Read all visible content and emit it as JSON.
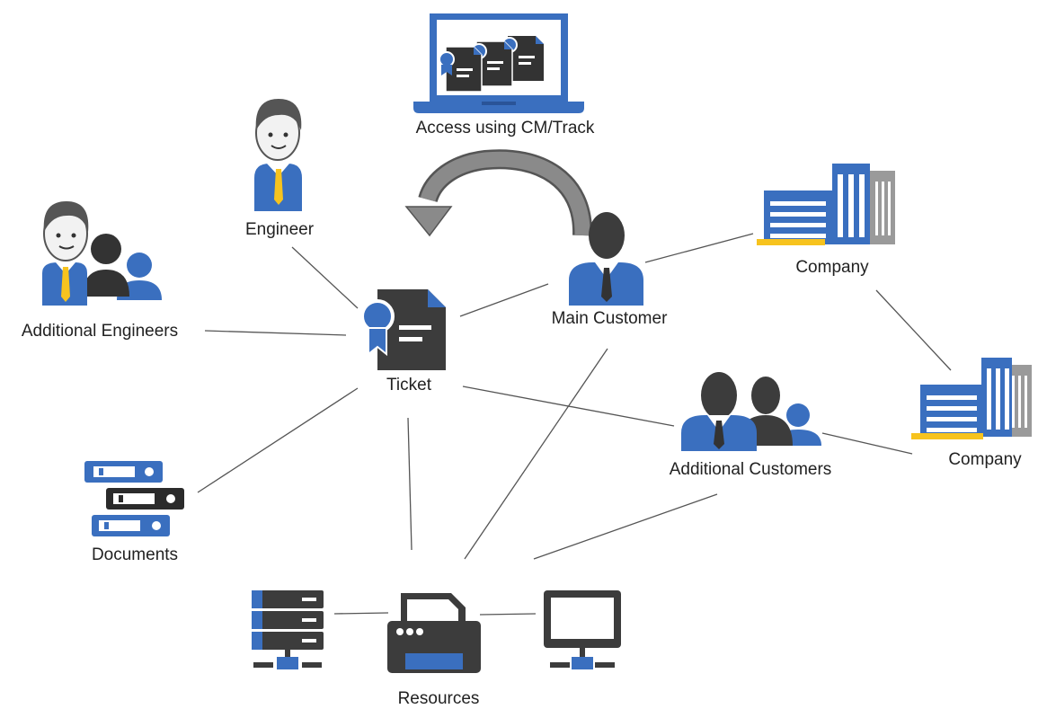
{
  "labels": {
    "access": "Access using CM/Track",
    "engineer": "Engineer",
    "additional_engineers": "Additional Engineers",
    "ticket": "Ticket",
    "main_customer": "Main Customer",
    "company_1": "Company",
    "company_2": "Company",
    "additional_customers": "Additional Customers",
    "documents": "Documents",
    "resources": "Resources"
  },
  "colors": {
    "blue": "#3a6fbf",
    "blue_light": "#5b8fd6",
    "dark": "#3c3c3c",
    "gray": "#7a7a7a",
    "yellow": "#f7c31e",
    "line": "#555555"
  }
}
